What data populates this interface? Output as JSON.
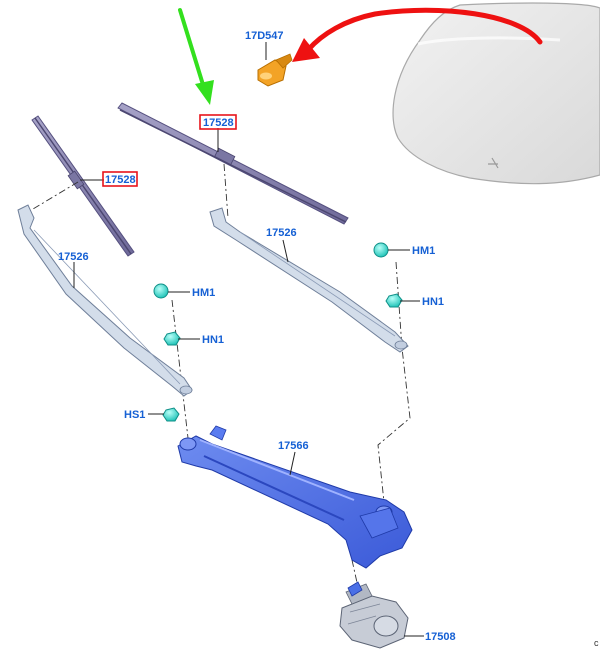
{
  "labels": {
    "sensor": "17D547",
    "blade_main": "17528",
    "blade_left": "17528",
    "arm_right": "17526",
    "arm_left": "17526",
    "hm1_right": "HM1",
    "hn1_right": "HN1",
    "hm1_left": "HM1",
    "hn1_left": "HN1",
    "hs1": "HS1",
    "linkage": "17566",
    "motor": "17508",
    "corner_mark": "c"
  },
  "colors": {
    "label_blue": "#1560d4",
    "highlight_red": "#e8141c",
    "arrow_green": "#33e01e",
    "arrow_red": "#ee1111",
    "blade_purple": "#8c87b4",
    "arm_light": "#d3ddea",
    "linkage_blue": "#4a6fe6",
    "nut_cyan": "#29e0d6",
    "sensor_orange": "#f3a326",
    "windshield_gray": "#e6e6e6"
  },
  "highlighted_part": "17528"
}
